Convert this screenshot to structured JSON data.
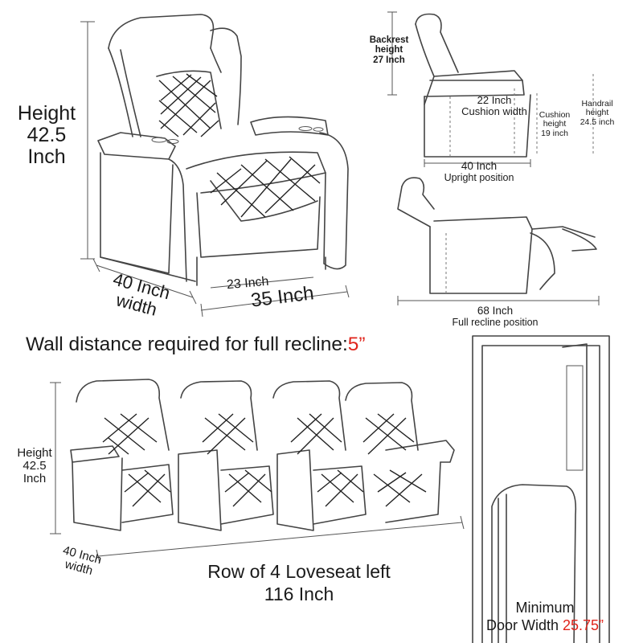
{
  "main_chair": {
    "height_label": "Height",
    "height_value": "42.5",
    "height_unit": "Inch",
    "depth_line1": "40 Inch",
    "depth_line2": "width",
    "seat_width": "23 Inch",
    "total_width": "35 Inch"
  },
  "side_upright": {
    "backrest_line1": "Backrest",
    "backrest_line2": "height",
    "backrest_line3": "27 Inch",
    "cushion_width_value": "22 Inch",
    "cushion_width_label": "Cushion width",
    "cushion_height_line1": "Cushion",
    "cushion_height_line2": "height",
    "cushion_height_line3": "19 inch",
    "handrail_line1": "Handrail",
    "handrail_line2": "height",
    "handrail_line3": "24.5 inch",
    "depth_value": "40 Inch",
    "position_label": "Upright position"
  },
  "side_recline": {
    "length_value": "68 Inch",
    "position_label": "Full recline position"
  },
  "wall_distance": {
    "text": "Wall distance required for full recline:",
    "value": "5”"
  },
  "row": {
    "height_label": "Height",
    "height_value": "42.5",
    "height_unit": "Inch",
    "depth_line1": "40 Inch",
    "depth_line2": "width",
    "title": "Row of 4 Loveseat left",
    "width_value": "116 Inch"
  },
  "door": {
    "line1": "Minimum",
    "line2_text": "Door Width ",
    "line2_value": "25.75”"
  },
  "colors": {
    "accent_red": "#e0241b",
    "line": "#444444"
  }
}
